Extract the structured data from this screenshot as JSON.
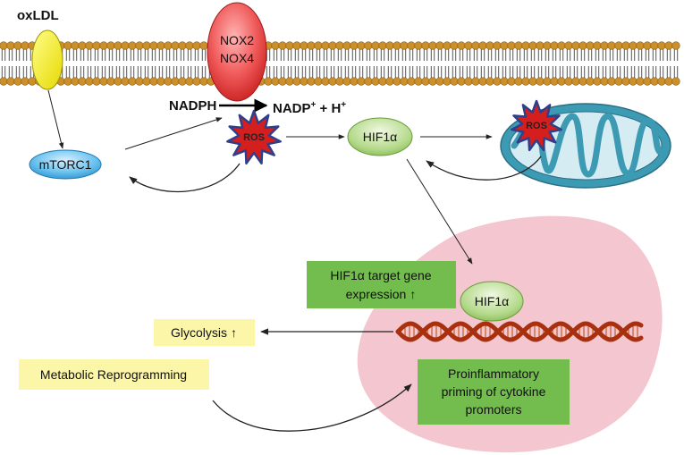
{
  "labels": {
    "oxldl": "oxLDL",
    "nox2": "NOX2",
    "nox4": "NOX4",
    "nadph": "NADPH",
    "nadp_base": "NADP",
    "nadp_sup": "+",
    "nadp_mid": " + H",
    "h_sup": "+",
    "ros_membrane": "ROS",
    "ros_mito": "ROS",
    "mtorc1": "mTORC1",
    "hif1a_cyto": "HIF1α",
    "hif1a_nucleus": "HIF1α",
    "target_gene_line1": "HIF1α target gene",
    "target_gene_line2": "expression",
    "up_arrow": "↑",
    "glycolysis": "Glycolysis",
    "metabolic": "Metabolic Reprogramming",
    "priming_line1": "Proinflammatory",
    "priming_line2": "priming of cytokine",
    "priming_line3": "promoters"
  },
  "colors": {
    "membrane_head": "#cc8f2a",
    "membrane_tail": "#555555",
    "oxldl_receptor": "#f6f200",
    "nox_complex": "#e84848",
    "node_blue": "#49b4e8",
    "node_green": "#8cc24a",
    "ros_star": "#d51f1f",
    "ros_outline": "#2f3f8a",
    "mitochondrion": "#3d9ab3",
    "nucleus": "#f4c6cf",
    "dna": "#a8300e",
    "green_box": "#72bd4d",
    "yellow_box": "#fcf6a8"
  }
}
